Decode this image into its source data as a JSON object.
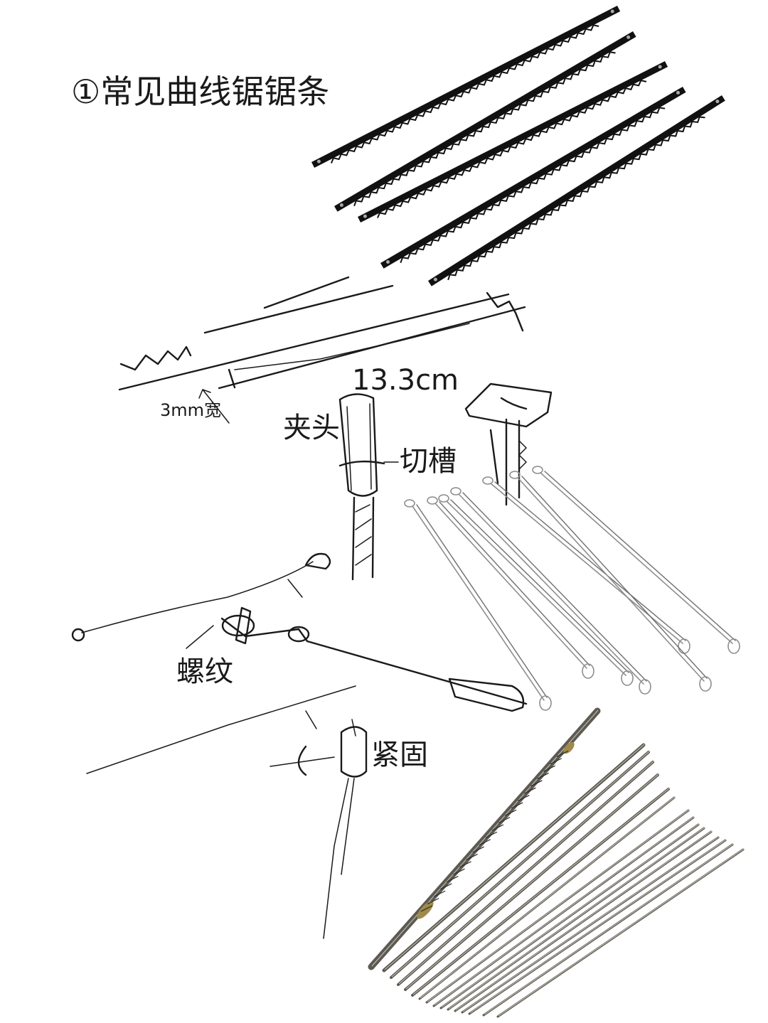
{
  "title": "①常见曲线锯锯条",
  "labels": {
    "length": "13.3cm",
    "width": "3mm宽",
    "clamp_head": "夹头",
    "cut_slot": "切槽",
    "screw_thread": "螺纹",
    "tighten": "紧固"
  },
  "colors": {
    "ink": "#1a1a1a",
    "blade": "#111111",
    "wire": "#8e8e8e",
    "steel": "#5d5a52",
    "brass": "#a08a4a"
  },
  "items": {
    "flat_blades_photo": {
      "count": 5
    },
    "spiral_wire_blades_photo": {
      "count": 7
    },
    "round_blades_bundle_photo": {
      "count": 16
    }
  }
}
